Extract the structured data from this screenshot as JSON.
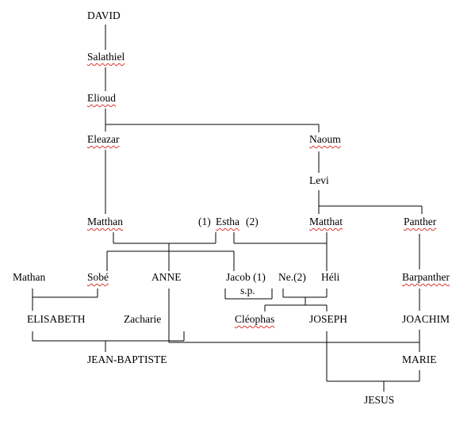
{
  "names": {
    "david": "DAVID",
    "salathiel": "Salathiel",
    "elioud": "Elioud",
    "eleazar": "Eleazar",
    "naoum": "Naoum",
    "levi": "Levi",
    "matthan": "Matthan",
    "estha_prefix": "(1)",
    "estha": "Estha",
    "estha_suffix": "(2)",
    "matthat": "Matthat",
    "panther": "Panther",
    "mathan": "Mathan",
    "sobe": "Sobé",
    "anne": "ANNE",
    "jacob": "Jacob (1)",
    "jacob_note": "s.p.",
    "ne": "Ne.(2)",
    "heli": "Héli",
    "barpanther": "Barpanther",
    "elisabeth": "ELISABETH",
    "zacharie": "Zacharie",
    "cleophas": "Cléophas",
    "joseph": "JOSEPH",
    "joachim": "JOACHIM",
    "jean_baptiste": "JEAN-BAPTISTE",
    "marie": "MARIE",
    "jesus": "JESUS"
  },
  "colors": {
    "line": "#000000",
    "text": "#000000",
    "spell_underline": "#d9362e"
  }
}
